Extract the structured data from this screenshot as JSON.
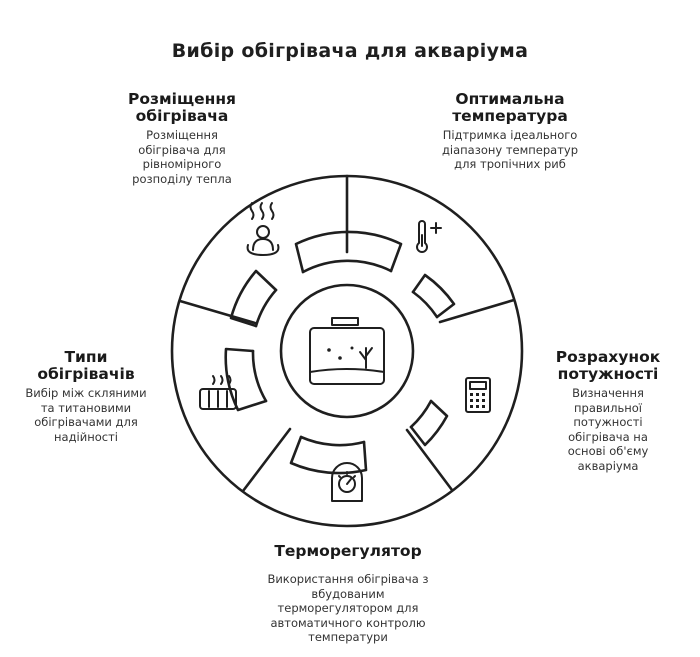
{
  "title": "Вибір обігрівача для акваріума",
  "sections": {
    "placement": {
      "head": "Розміщення обігрівача",
      "desc": "Розміщення обігрівача для рівномірного розподілу тепла",
      "icon": "person-heat-icon"
    },
    "temperature": {
      "head": "Оптимальна температура",
      "desc": "Підтримка ідеального діапазону температур для тропічних риб",
      "icon": "thermometer-plus-icon"
    },
    "power": {
      "head": "Розрахунок потужності",
      "desc": "Визначення правильної потужності обігрівача на основі об'єму акваріума",
      "icon": "calculator-icon"
    },
    "thermostat": {
      "head": "Терморегулятор",
      "desc": "Використання обігрівача з вбудованим терморегулятором для автоматичного контролю температури",
      "icon": "thermostat-dial-icon"
    },
    "types": {
      "head": "Типи обігрівачів",
      "desc": "Вибір між скляними та титановими обігрівачами для надійності",
      "icon": "radiator-heat-icon"
    }
  },
  "center_icon": "aquarium-icon"
}
